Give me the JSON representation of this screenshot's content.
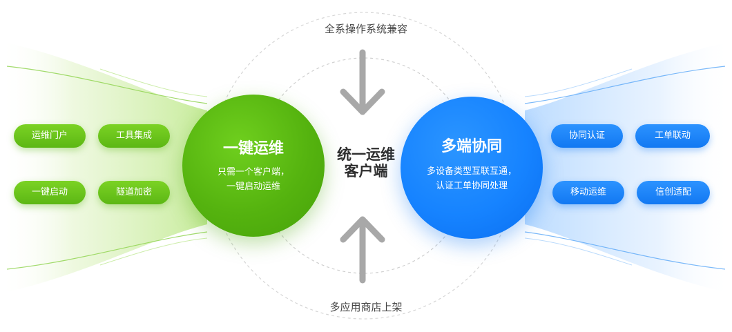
{
  "top_caption": "全系操作系统兼容",
  "bottom_caption": "多应用商店上架",
  "core": {
    "line1": "统一运维",
    "line2": "客户端"
  },
  "left_circle": {
    "title": "一键运维",
    "desc_line1": "只需一个客户端，",
    "desc_line2": "一键启动运维",
    "color": "#55b30f"
  },
  "right_circle": {
    "title": "多端协同",
    "desc_line1": "多设备类型互联互通，",
    "desc_line2": "认证工单协同处理",
    "color": "#1683ff"
  },
  "left_features": [
    "运维门户",
    "工具集成",
    "一键启动",
    "隧道加密"
  ],
  "right_features": [
    "协同认证",
    "工单联动",
    "移动运维",
    "信创适配"
  ],
  "arrows": {
    "top": "arrow-down-icon",
    "bottom": "arrow-up-icon",
    "color": "#a8a8a8"
  }
}
